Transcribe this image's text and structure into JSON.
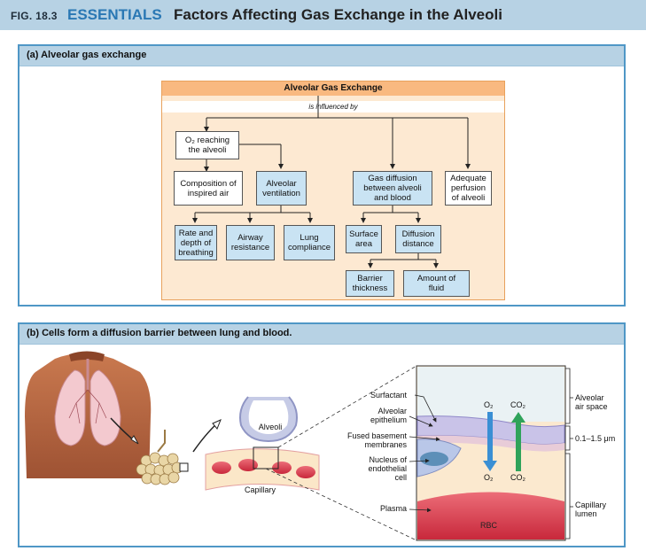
{
  "figure": {
    "number": "FIG. 18.3",
    "essentials": "ESSENTIALS",
    "title": "Factors Affecting Gas Exchange in the Alveoli"
  },
  "panel_a": {
    "heading": "(a) Alveolar gas exchange",
    "top_label": "Alveolar Gas Exchange",
    "sub_label": "is influenced by",
    "o2_reaching": "O₂ reaching\nthe alveoli",
    "composition": "Composition of\ninspired air",
    "alveolar_ventilation": "Alveolar\nventilation",
    "gas_diffusion": "Gas diffusion\nbetween alveoli\nand blood",
    "adequate_perfusion": "Adequate\nperfusion\nof alveoli",
    "rate_depth": "Rate and\ndepth of\nbreathing",
    "airway_resistance": "Airway\nresistance",
    "lung_compliance": "Lung\ncompliance",
    "surface_area": "Surface\narea",
    "diffusion_distance": "Diffusion\ndistance",
    "barrier_thickness": "Barrier\nthickness",
    "amount_fluid": "Amount of\nfluid"
  },
  "panel_b": {
    "heading": "(b) Cells form a diffusion barrier between lung and blood.",
    "alveoli": "Alveoli",
    "capillary": "Capillary",
    "surfactant": "Surfactant",
    "alveolar_epithelium": "Alveolar\nepithelium",
    "fused_membranes": "Fused basement\nmembranes",
    "nucleus": "Nucleus of\nendothelial\ncell",
    "plasma": "Plasma",
    "rbc": "RBC",
    "o2_top": "O₂",
    "co2_top": "CO₂",
    "o2_bottom": "O₂",
    "co2_bottom": "CO₂",
    "alveolar_air_space": "Alveolar\nair space",
    "thickness": "0.1–1.5 μm",
    "capillary_lumen": "Capillary\nlumen"
  },
  "colors": {
    "accent_blue": "#2a78b4",
    "header_bg": "#b7d2e4",
    "chart_bg": "#fde9d2",
    "box_blue": "#c9e3f3",
    "o2_arrow": "#3a8fd4",
    "co2_arrow": "#2fa35a"
  }
}
